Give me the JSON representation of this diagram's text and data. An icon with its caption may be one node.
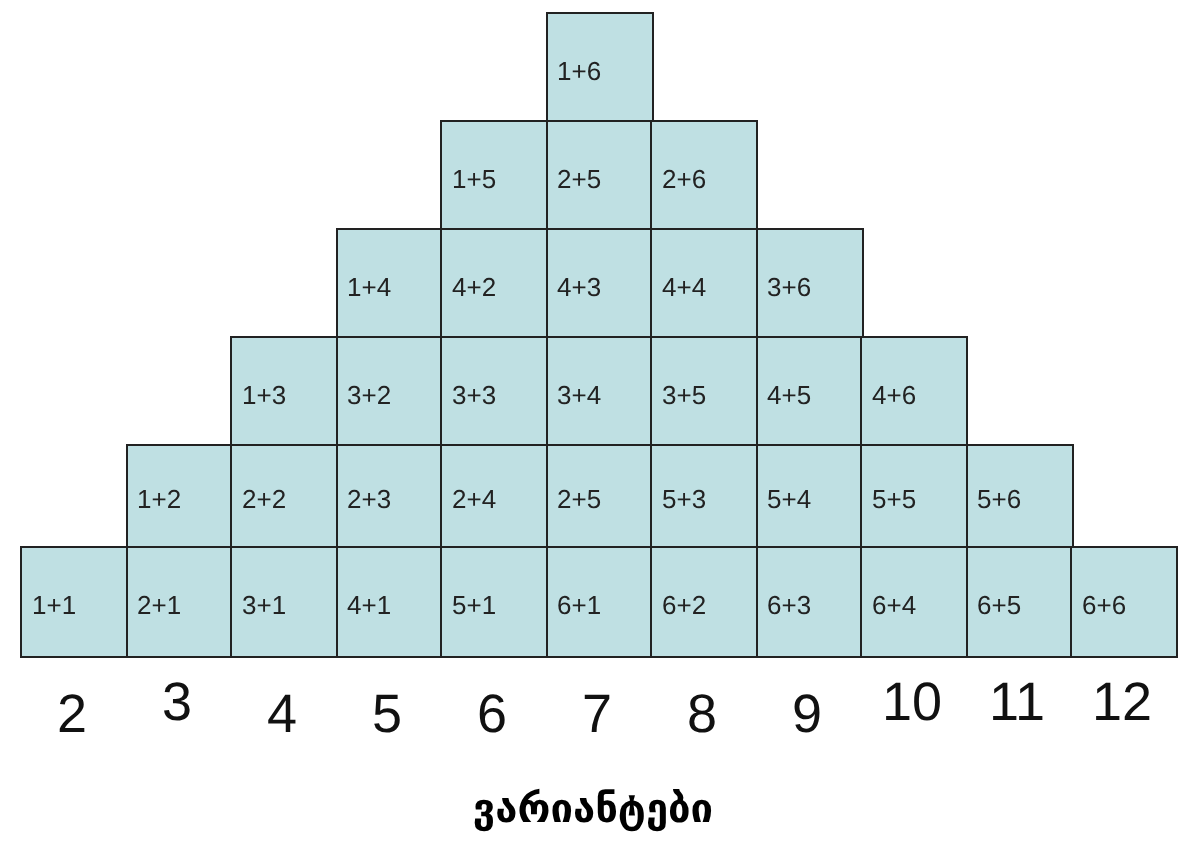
{
  "diagram": {
    "caption": "ვარიანტები",
    "nodes": [
      {
        "text": [
          "1+6"
        ]
      },
      {
        "text": [
          "1+5"
        ]
      },
      {
        "text": [
          "2+5"
        ]
      },
      {
        "text": [
          "2+6"
        ]
      },
      {
        "text": [
          "1+4"
        ]
      },
      {
        "text": [
          "4+2"
        ]
      },
      {
        "text": [
          "4+3"
        ]
      },
      {
        "text": [
          "4+4"
        ]
      },
      {
        "text": [
          "3+6"
        ]
      },
      {
        "text": [
          "1+3"
        ]
      },
      {
        "text": [
          "3+2"
        ]
      },
      {
        "text": [
          "3+3"
        ]
      },
      {
        "text": [
          "3+4"
        ]
      },
      {
        "text": [
          "3+5"
        ]
      },
      {
        "text": [
          "4+5"
        ]
      },
      {
        "text": [
          "4+6"
        ]
      },
      {
        "text": [
          "1+2"
        ]
      },
      {
        "text": [
          "2+2"
        ]
      },
      {
        "text": [
          "2+3"
        ]
      },
      {
        "text": [
          "2+4"
        ]
      },
      {
        "text": [
          "2+5"
        ]
      },
      {
        "text": [
          "5+3"
        ]
      },
      {
        "text": [
          "5+4"
        ]
      },
      {
        "text": [
          "5+5"
        ]
      },
      {
        "text": [
          "5+6"
        ]
      },
      {
        "text": [
          "1+1"
        ]
      },
      {
        "text": [
          "2+1"
        ]
      },
      {
        "text": [
          "3+1"
        ]
      },
      {
        "text": [
          "4+1"
        ]
      },
      {
        "text": [
          "5+1"
        ]
      },
      {
        "text": [
          "6+1"
        ]
      },
      {
        "text": [
          "6+2"
        ]
      },
      {
        "text": [
          "6+3"
        ]
      },
      {
        "text": [
          "6+4"
        ]
      },
      {
        "text": [
          "6+5"
        ]
      },
      {
        "text": [
          "6+6"
        ]
      }
    ],
    "labels": [
      "2",
      "3",
      "4",
      "5",
      "6",
      "7",
      "8",
      "9",
      "10",
      "11",
      "12"
    ]
  }
}
